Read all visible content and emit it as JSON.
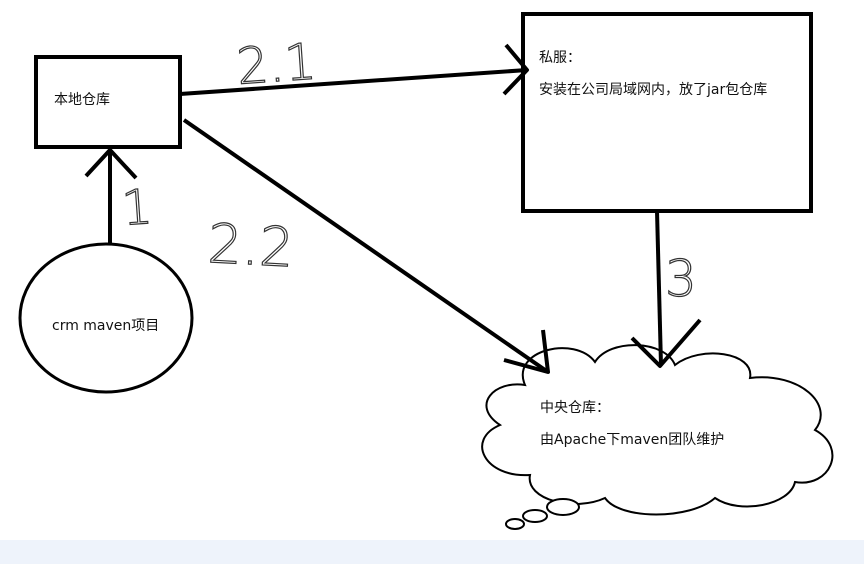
{
  "nodes": {
    "local_repo": {
      "label": "本地仓库"
    },
    "project": {
      "label": "crm maven项目"
    },
    "private_server": {
      "title": "私服：",
      "description": "安装在公司局域网内，放了jar包仓库"
    },
    "central_repo": {
      "title": "中央仓库：",
      "description": "由Apache下maven团队维护"
    }
  },
  "edges": {
    "project_to_local": "1",
    "local_to_private": "2.1",
    "local_to_central": "2.2",
    "private_to_central": "3"
  }
}
